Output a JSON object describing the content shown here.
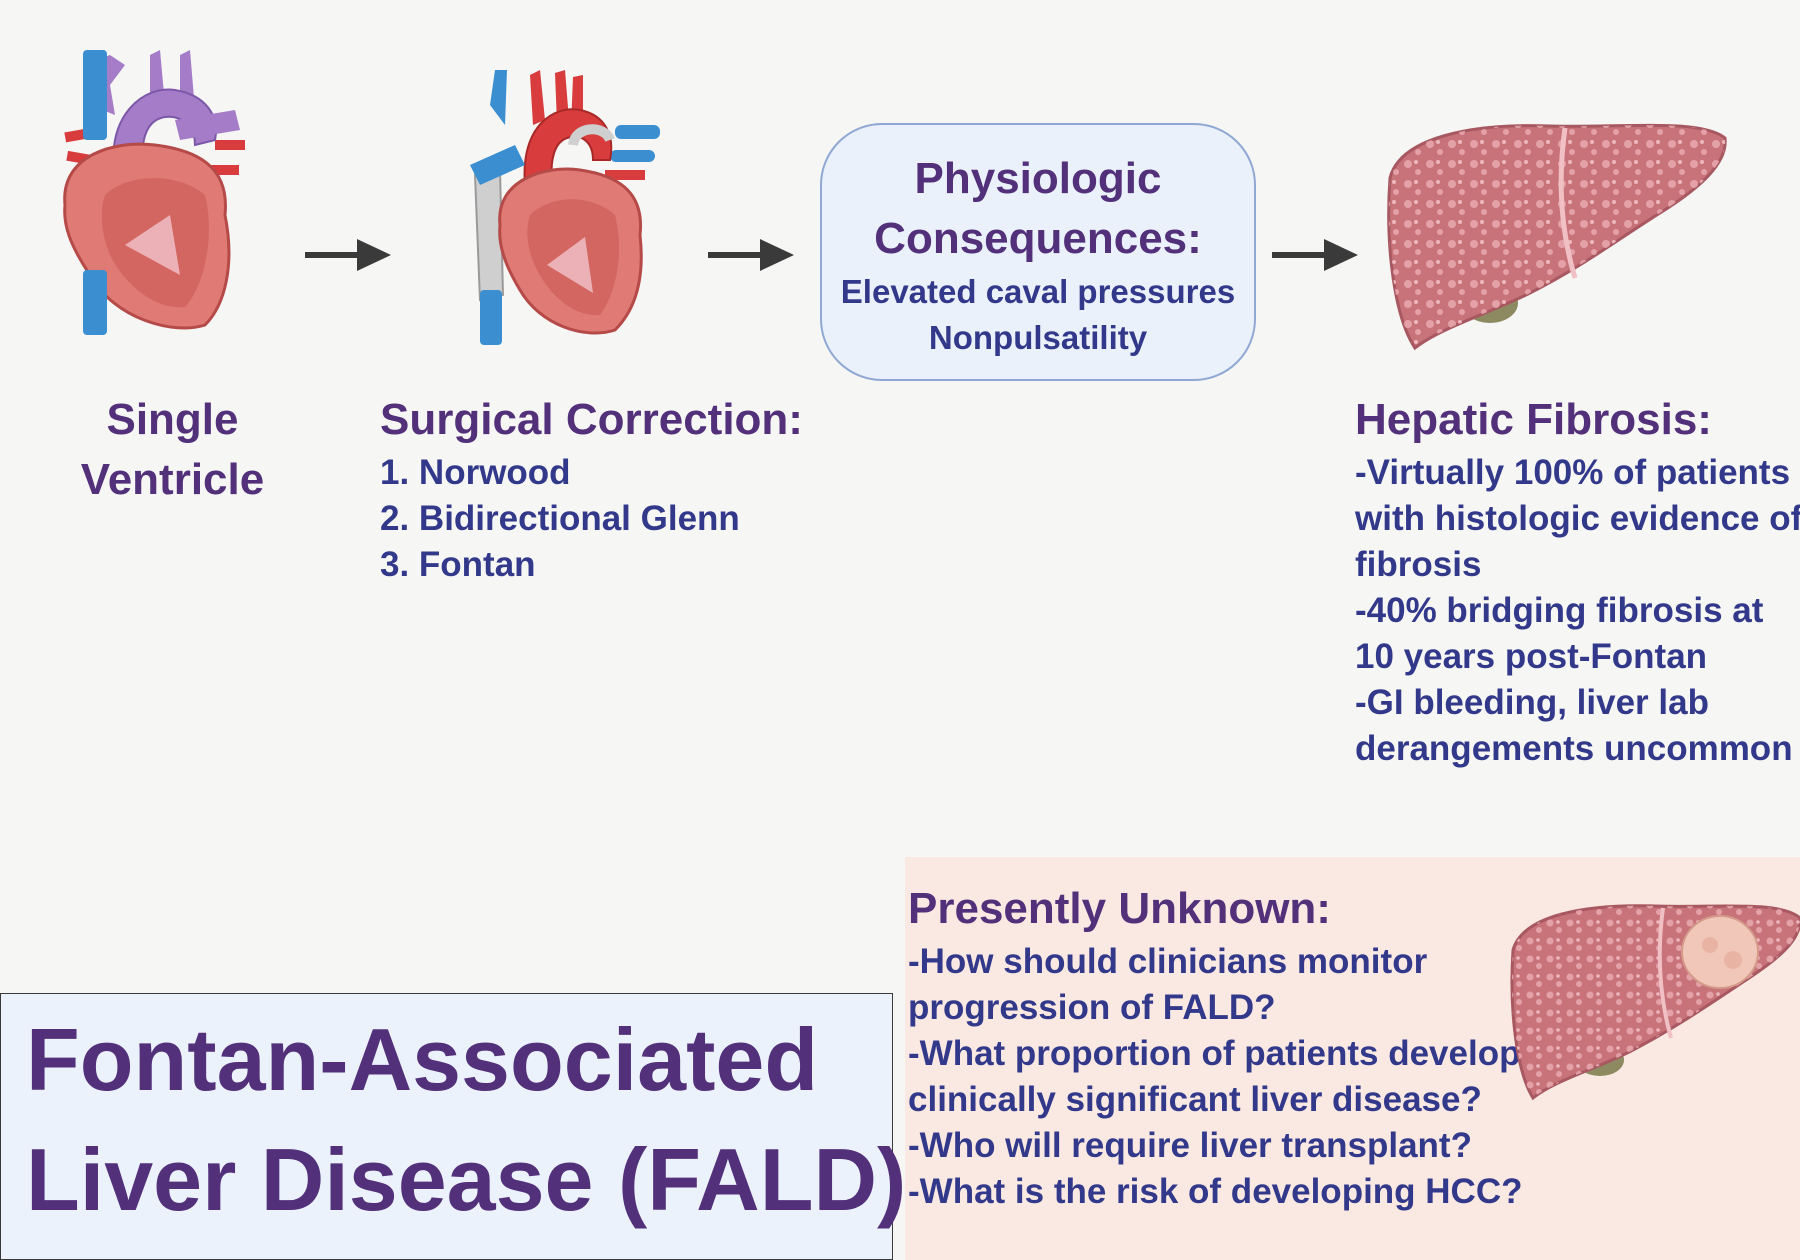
{
  "single_ventricle": {
    "label_line1": "Single",
    "label_line2": "Ventricle"
  },
  "surgical_correction": {
    "title": "Surgical Correction:",
    "steps": [
      "1. Norwood",
      "2. Bidirectional Glenn",
      "3. Fontan"
    ]
  },
  "consequences": {
    "title_line1": "Physiologic",
    "title_line2": "Consequences:",
    "items": [
      "Elevated caval pressures",
      "Nonpulsatility"
    ]
  },
  "hepatic_fibrosis": {
    "title": "Hepatic Fibrosis:",
    "lines": [
      "-Virtually 100% of patients",
      "with histologic evidence of",
      "fibrosis",
      "-40% bridging fibrosis at",
      "10 years post-Fontan",
      "-GI bleeding, liver lab",
      "derangements uncommon"
    ]
  },
  "unknown": {
    "title": "Presently Unknown:",
    "lines": [
      "-How should clinicians monitor",
      "progression of FALD?",
      "-What proportion of patients develop",
      "clinically significant liver disease?",
      "-Who will require liver transplant?",
      "-What is the risk of developing HCC?"
    ]
  },
  "main_title": {
    "line1": "Fontan-Associated",
    "line2": "Liver Disease (FALD)"
  },
  "colors": {
    "heading": "#52307a",
    "body": "#33398a",
    "arrow": "#3a3a3a",
    "heart": "#e07a74",
    "vein": "#3b8fd1",
    "artery_purple": "#a47cc8",
    "artery_red": "#d83c3c",
    "liver": "#c8737a",
    "unknown_bg": "#f9e9e2",
    "title_bg": "#ecf2fc",
    "bubble_bg": "#eaf1fb"
  }
}
